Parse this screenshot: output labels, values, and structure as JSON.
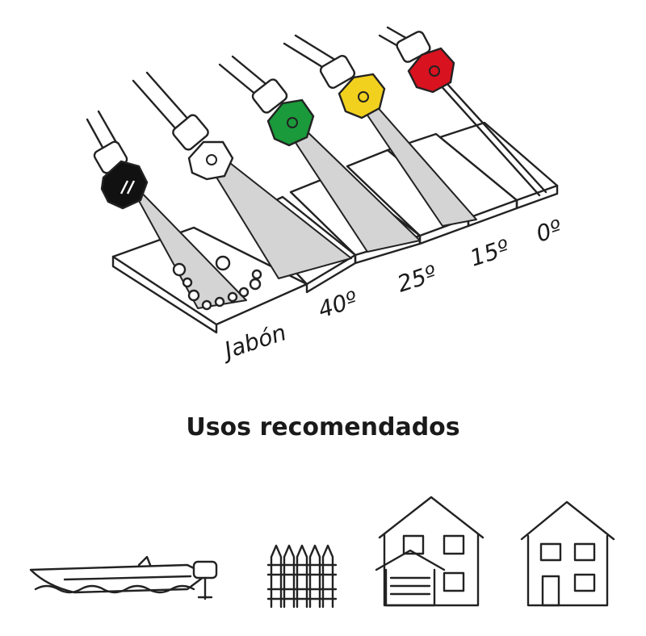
{
  "nozzles": [
    {
      "label": "Jabón",
      "color": "#111111"
    },
    {
      "label": "40º",
      "color": "#ffffff"
    },
    {
      "label": "25º",
      "color": "#1a9a3a"
    },
    {
      "label": "15º",
      "color": "#f2d11e"
    },
    {
      "label": "0º",
      "color": "#d9121f"
    }
  ],
  "heading": "Usos recomendados",
  "uses": [
    {
      "icon": "boat-icon"
    },
    {
      "icon": "fence-icon"
    },
    {
      "icon": "two-story-house-garage-icon"
    },
    {
      "icon": "house-icon"
    }
  ]
}
